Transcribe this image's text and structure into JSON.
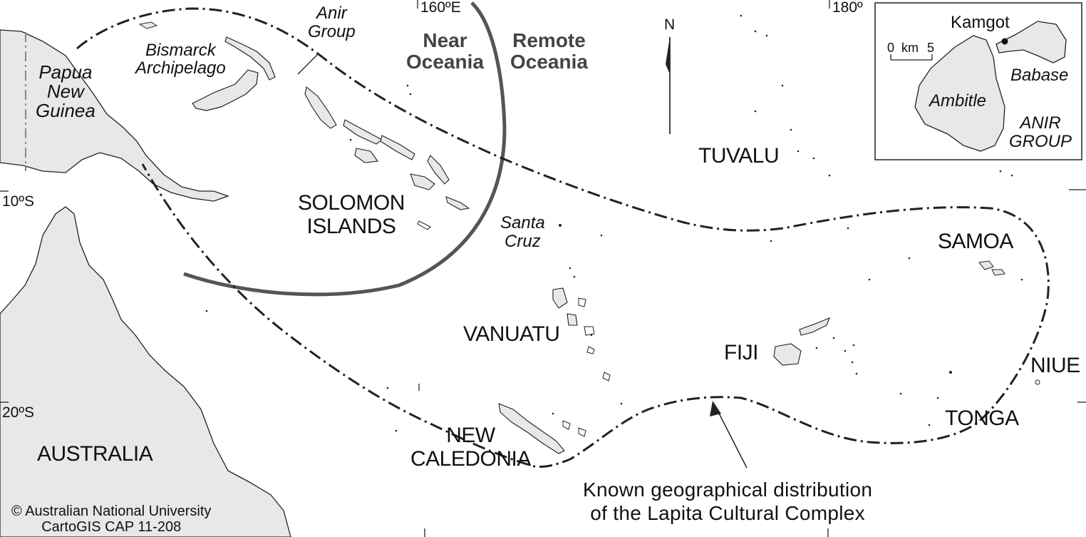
{
  "map": {
    "countries": {
      "png": [
        "Papua",
        "New",
        "Guinea"
      ],
      "bismarck": [
        "Bismarck",
        "Archipelago"
      ],
      "anir": [
        "Anir",
        "Group"
      ],
      "solomon": [
        "SOLOMON",
        "ISLANDS"
      ],
      "santa_cruz": [
        "Santa",
        "Cruz"
      ],
      "vanuatu": "VANUATU",
      "new_caledonia": [
        "NEW",
        "CALEDONIA"
      ],
      "australia": "AUSTRALIA",
      "tuvalu": "TUVALU",
      "fiji": "FIJI",
      "samoa": "SAMOA",
      "niue": "NIUE",
      "tonga": "TONGA"
    },
    "regions": {
      "near": [
        "Near",
        "Oceania"
      ],
      "remote": [
        "Remote",
        "Oceania"
      ]
    },
    "coords": {
      "lon160": "160ºE",
      "lon180": "180º",
      "lat10": "10ºS",
      "lat20": "20ºS"
    },
    "north": "N",
    "annotation": [
      "Known geographical distribution",
      "of the Lapita Cultural Complex"
    ],
    "credit": [
      "© Australian National University",
      "CartoGIS CAP 11-208"
    ],
    "colors": {
      "land": "#e8e8e8",
      "stroke": "#222222",
      "boundary": "#555555"
    }
  },
  "inset": {
    "kamgot": "Kamgot",
    "scale_zero": "0",
    "scale_unit": "km",
    "scale_max": "5",
    "babase": "Babase",
    "ambitle": "Ambitle",
    "group": [
      "ANIR",
      "GROUP"
    ]
  }
}
